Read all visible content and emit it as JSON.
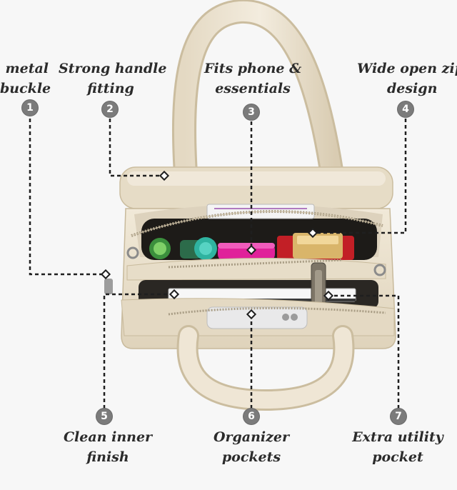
{
  "callouts": [
    {
      "num": "1",
      "line1": "metal",
      "line2": "buckle"
    },
    {
      "num": "2",
      "line1": "Strong handle",
      "line2": "fitting"
    },
    {
      "num": "3",
      "line1": "Fits phone &",
      "line2": "essentials"
    },
    {
      "num": "4",
      "line1": "Wide open zip",
      "line2": "design"
    },
    {
      "num": "5",
      "line1": "Clean inner",
      "line2": "finish"
    },
    {
      "num": "6",
      "line1": "Organizer",
      "line2": "pockets"
    },
    {
      "num": "7",
      "line1": "Extra utility",
      "line2": "pocket"
    }
  ],
  "colors": {
    "background": "#f7f7f7",
    "bag": "#ece3d1",
    "bag_shadow": "#cfc3aa",
    "interior": "#e9e2d3",
    "zip": "#a89c84",
    "badge": "#7b7b7b",
    "leader": "#1f1f1f"
  }
}
